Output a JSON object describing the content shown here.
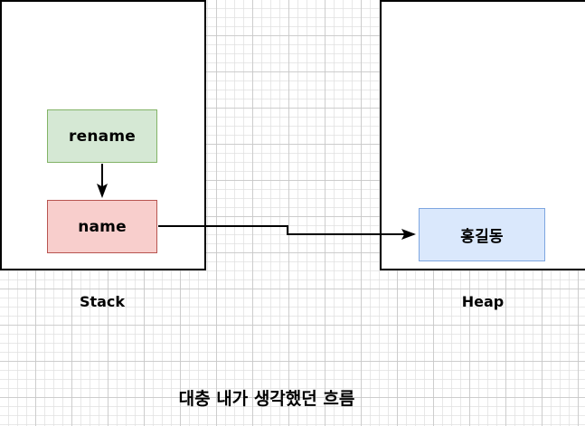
{
  "diagram": {
    "bottom_caption": "대충 내가 생각했던 흐름",
    "regions": [
      {
        "id": "stack",
        "caption": "Stack"
      },
      {
        "id": "heap",
        "caption": "Heap"
      }
    ],
    "nodes": [
      {
        "id": "rename",
        "label": "rename",
        "fill": "#d5e8d4",
        "stroke": "#82b366",
        "region": "stack"
      },
      {
        "id": "name",
        "label": "name",
        "fill": "#f8cecc",
        "stroke": "#b85450",
        "region": "stack"
      },
      {
        "id": "heap_value",
        "label": "홍길동",
        "fill": "#dae8fc",
        "stroke": "#7ea6e0",
        "region": "heap"
      }
    ],
    "edges": [
      {
        "id": "rename_to_name",
        "from": "rename",
        "to": "name",
        "style": "straight-down"
      },
      {
        "id": "name_to_heap",
        "from": "name",
        "to": "heap_value",
        "style": "orthogonal-right"
      }
    ],
    "colors": {
      "edge": "#000000",
      "region_border": "#000000",
      "grid_minor": "#e1e1e1",
      "grid_major": "#c8c8c8",
      "background": "#ffffff",
      "text": "#000000"
    }
  }
}
